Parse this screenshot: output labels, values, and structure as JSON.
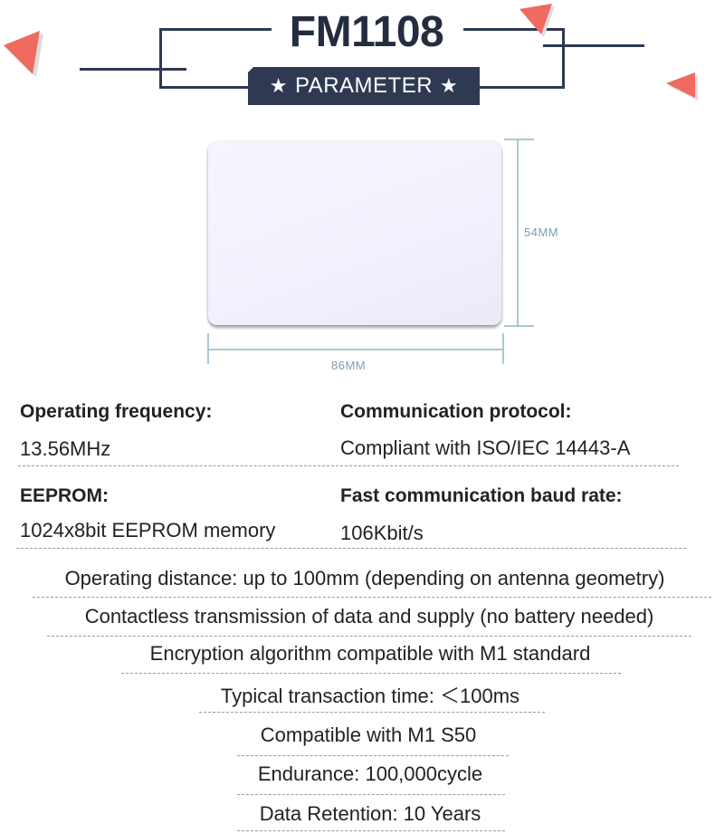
{
  "header": {
    "title": "FM1108",
    "badge_label": "PARAMETER",
    "star_icon": "★",
    "accent_color": "#f06a60",
    "navy_color": "#2f3a52"
  },
  "card": {
    "height_label": "54MM",
    "width_label": "86MM"
  },
  "specs": {
    "left": [
      {
        "label": "Operating frequency:",
        "value": "13.56MHz"
      },
      {
        "label": "EEPROM:",
        "value": "1024x8bit EEPROM memory"
      }
    ],
    "right": [
      {
        "label": "Communication protocol:",
        "value": "Compliant with ISO/IEC 14443-A"
      },
      {
        "label": "Fast communication baud rate:",
        "value": "106Kbit/s"
      }
    ]
  },
  "rows": [
    "Operating distance: up to 100mm (depending on antenna geometry)",
    "Contactless transmission of data and supply (no battery needed)",
    "Encryption algorithm compatible with M1 standard",
    "Typical transaction time: ＜100ms",
    "Compatible with M1 S50",
    "Endurance: 100,000cycle",
    "Data Retention: 10 Years"
  ]
}
